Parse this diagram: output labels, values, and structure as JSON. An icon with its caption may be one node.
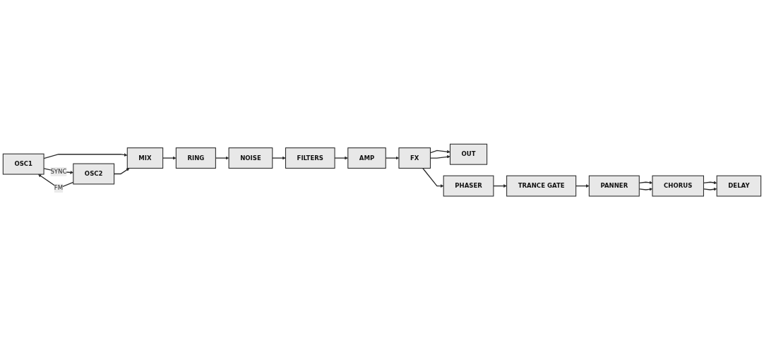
{
  "diagram": {
    "nodes": [
      {
        "text": [
          "OSC1"
        ]
      },
      {
        "text": [
          "OSC2"
        ]
      },
      {
        "text": [
          "MIX"
        ]
      },
      {
        "text": [
          "RING"
        ]
      },
      {
        "text": [
          "NOISE"
        ]
      },
      {
        "text": [
          "FILTERS"
        ]
      },
      {
        "text": [
          "AMP"
        ]
      },
      {
        "text": [
          "FX"
        ]
      },
      {
        "text": [
          "OUT"
        ]
      },
      {
        "text": [
          "PHASER"
        ]
      },
      {
        "text": [
          "TRANCE GATE"
        ]
      },
      {
        "text": [
          "PANNER"
        ]
      },
      {
        "text": [
          "CHORUS"
        ]
      },
      {
        "text": [
          "DELAY"
        ]
      }
    ],
    "edges": [
      {
        "from": 0,
        "to": 2,
        "arrow": "to"
      },
      {
        "from": 1,
        "to": 2,
        "arrow": "to"
      },
      {
        "from": 0,
        "to": 1,
        "arrow": "to",
        "label": "SYNC"
      },
      {
        "from": 1,
        "to": 0,
        "arrow": "to",
        "label": "FM"
      },
      {
        "from": 2,
        "to": 3,
        "arrow": "to"
      },
      {
        "from": 3,
        "to": 4,
        "arrow": "to"
      },
      {
        "from": 4,
        "to": 5,
        "arrow": "to"
      },
      {
        "from": 5,
        "to": 6,
        "arrow": "to"
      },
      {
        "from": 6,
        "to": 7,
        "arrow": "to"
      },
      {
        "from": 7,
        "to": 8,
        "arrow": "to"
      },
      {
        "from": 7,
        "to": 8,
        "arrow": "to"
      },
      {
        "from": 7,
        "to": 9,
        "arrow": "to"
      },
      {
        "from": 9,
        "to": 10,
        "arrow": "to"
      },
      {
        "from": 10,
        "to": 11,
        "arrow": "to"
      },
      {
        "from": 11,
        "to": 12,
        "arrow": "to"
      },
      {
        "from": 11,
        "to": 12,
        "arrow": "to"
      },
      {
        "from": 12,
        "to": 13,
        "arrow": "to"
      },
      {
        "from": 12,
        "to": 13,
        "arrow": "to"
      }
    ]
  }
}
